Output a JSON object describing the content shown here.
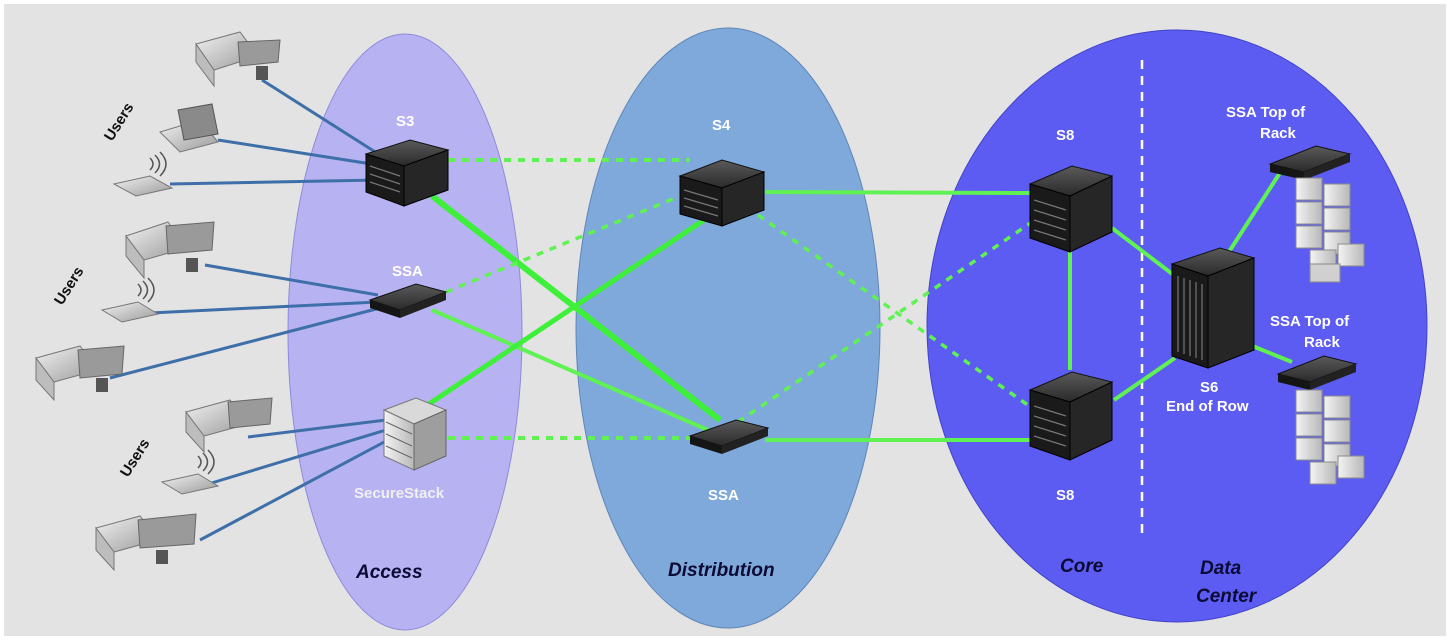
{
  "zones": {
    "access": "Access",
    "distribution": "Distribution",
    "core": "Core",
    "data_center_line1": "Data",
    "data_center_line2": "Center"
  },
  "users_label": "Users",
  "devices": {
    "access_s3": "S3",
    "access_ssa": "SSA",
    "access_securestack": "SecureStack",
    "dist_s4": "S4",
    "dist_ssa": "SSA",
    "core_s8_top": "S8",
    "core_s8_bottom": "S8",
    "dc_s6_line1": "S6",
    "dc_s6_line2": "End of Row",
    "dc_tor_top_line1": "SSA Top of",
    "dc_tor_top_line2": "Rack",
    "dc_tor_bottom_line1": "SSA Top of",
    "dc_tor_bottom_line2": "Rack"
  },
  "colors": {
    "background": "#e3e3e3",
    "access_ellipse": "#b7b3f3",
    "distribution_ellipse": "#7ea9da",
    "core_ellipse": "#5c5cf2",
    "user_link": "#3e6fa8",
    "green_link": "#5ff252",
    "green_link_bright": "#3ef03a",
    "divider": "#ffffff"
  }
}
